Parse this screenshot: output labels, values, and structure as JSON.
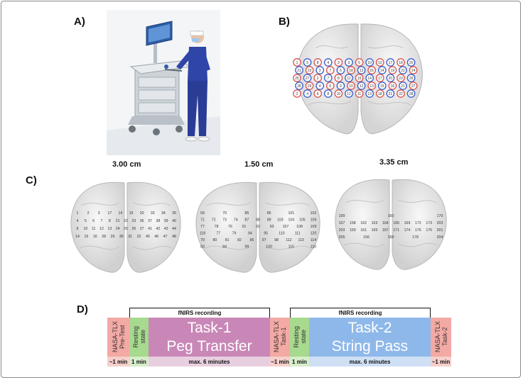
{
  "panels": {
    "a": "A)",
    "b": "B)",
    "c": "C)",
    "d": "D)"
  },
  "distances": [
    "3.00 cm",
    "1.50 cm",
    "3.35 cm"
  ],
  "montage_b": {
    "rows": [
      [
        "1",
        "5",
        "8",
        "4",
        "3",
        "9",
        "5",
        "10",
        "12",
        "17",
        "18",
        "20"
      ],
      [
        "21",
        "23",
        "3",
        "7",
        "6",
        "18",
        "13",
        "16",
        "14",
        "19",
        "22",
        "24"
      ],
      [
        "25",
        "27",
        "2",
        "7",
        "8",
        "11",
        "15",
        "14",
        "17",
        "20",
        "23",
        "26"
      ],
      [
        "28",
        "29",
        "4",
        "6",
        "9",
        "10",
        "12",
        "13",
        "15",
        "16",
        "21",
        "27"
      ],
      [
        "2",
        "4",
        "6",
        "8",
        "10",
        "12",
        "11",
        "13",
        "18",
        "21",
        "22",
        "28"
      ]
    ],
    "colors": {
      "source": "#d9534f",
      "detector": "#3a5fcd"
    }
  },
  "montage_c": {
    "brain1": [
      [
        "1",
        "2",
        "3",
        "17",
        "14",
        "19",
        "20",
        "33",
        "34",
        "35"
      ],
      [
        "4",
        "5",
        "6",
        "7",
        "8",
        "21",
        "22",
        "23",
        "36",
        "37",
        "38",
        "39",
        "40"
      ],
      [
        "9",
        "10",
        "11",
        "12",
        "13",
        "24",
        "25",
        "26",
        "27",
        "41",
        "42",
        "43",
        "44"
      ],
      [
        "14",
        "15",
        "16",
        "28",
        "29",
        "30",
        "31",
        "32",
        "45",
        "46",
        "47",
        "48"
      ]
    ],
    "brain2": [
      [
        "69",
        "70",
        "85",
        "86",
        "101",
        "102"
      ],
      [
        "71",
        "72",
        "73",
        "74",
        "87",
        "88",
        "89",
        "103",
        "104",
        "105",
        "106"
      ],
      [
        "77",
        "78",
        "76",
        "91",
        "92",
        "93",
        "107",
        "108",
        "109"
      ],
      [
        "118",
        "77",
        "79",
        "94",
        "95",
        "110",
        "111",
        "120"
      ],
      [
        "79",
        "80",
        "81",
        "82",
        "96",
        "97",
        "98",
        "112",
        "113",
        "114"
      ],
      [
        "83",
        "84",
        "99",
        "100",
        "115",
        "116"
      ]
    ],
    "brain3": [
      [
        "199",
        "160",
        "170"
      ],
      [
        "157",
        "158",
        "162",
        "163",
        "164",
        "166",
        "169",
        "172",
        "173",
        "203"
      ],
      [
        "203",
        "159",
        "161",
        "165",
        "167",
        "171",
        "174",
        "175",
        "176",
        "201"
      ],
      [
        "205",
        "156",
        "168",
        "178",
        "204"
      ]
    ]
  },
  "timeline": {
    "fnirs_label": "fNIRS recording",
    "blocks": [
      {
        "label": "NASA-TLX\nPre-Test",
        "time": "~1 min"
      },
      {
        "label": "Resting\nstate",
        "time": "1 min"
      },
      {
        "label": "Task-1\nPeg Transfer",
        "time": "max. 6 minutes"
      },
      {
        "label": "NASA-TLX\nTask-1",
        "time": "~1 min"
      },
      {
        "label": "Resting\nstate",
        "time": "1 min"
      },
      {
        "label": "Task-2\nString Pass",
        "time": "max. 6 minutes"
      },
      {
        "label": "NASA-TLX\nTask-2",
        "time": "~1 min"
      }
    ],
    "colors": {
      "nasa": "#f3a9a4",
      "nasa_strip": "#f6cfcc",
      "rest": "#a7d98f",
      "rest_strip": "#d6edc9",
      "task1": "#c987b7",
      "task1_strip": "#e8cfe0",
      "task2": "#8fb8ea",
      "task2_strip": "#cfe0f5"
    }
  }
}
